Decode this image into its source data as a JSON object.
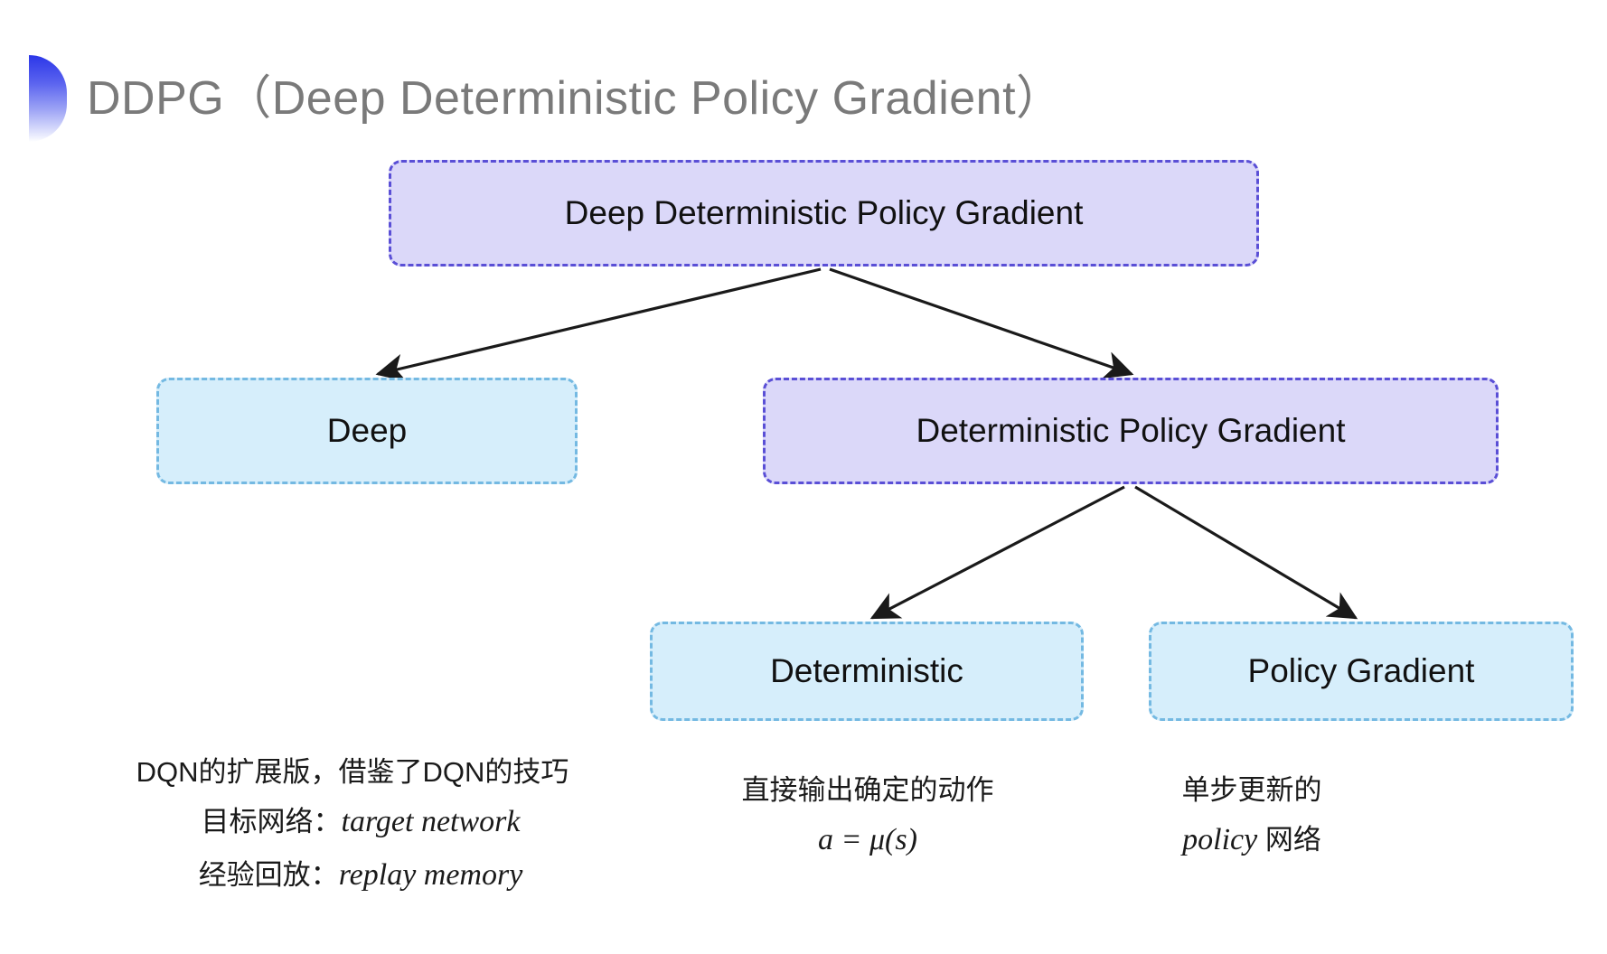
{
  "slide": {
    "title": "DDPG（Deep Deterministic Policy Gradient）",
    "bullet_icon": "half-circle-gradient-icon",
    "background_color": "#ffffff",
    "title_color": "#7a7a7a",
    "accent_color": "#2b36e8"
  },
  "palette": {
    "purple_fill": "#dbd8f9",
    "purple_border": "#5a4fd6",
    "cyan_fill": "#d6eefb",
    "cyan_border": "#74b9e2",
    "arrow_color": "#1a1a1a"
  },
  "nodes": {
    "root": {
      "label": "Deep Deterministic Policy Gradient",
      "style": "purple"
    },
    "deep": {
      "label": "Deep",
      "style": "cyan"
    },
    "dpg": {
      "label": "Deterministic Policy Gradient",
      "style": "purple"
    },
    "deterministic": {
      "label": "Deterministic",
      "style": "cyan"
    },
    "policy_gradient": {
      "label": "Policy Gradient",
      "style": "cyan"
    }
  },
  "captions": {
    "deep": {
      "line1": "DQN的扩展版，借鉴了DQN的技巧",
      "line2_label": "目标网络：",
      "line2_term": "target network",
      "line3_label": "经验回放：",
      "line3_term": "replay memory"
    },
    "deterministic": {
      "line1": "直接输出确定的动作",
      "formula": "a = μ(s)"
    },
    "policy_gradient": {
      "line1": "单步更新的",
      "line2_term": "policy",
      "line2_rest": " 网络"
    }
  },
  "edges": [
    {
      "from": "root",
      "to": "deep"
    },
    {
      "from": "root",
      "to": "dpg"
    },
    {
      "from": "dpg",
      "to": "deterministic"
    },
    {
      "from": "dpg",
      "to": "policy_gradient"
    }
  ]
}
